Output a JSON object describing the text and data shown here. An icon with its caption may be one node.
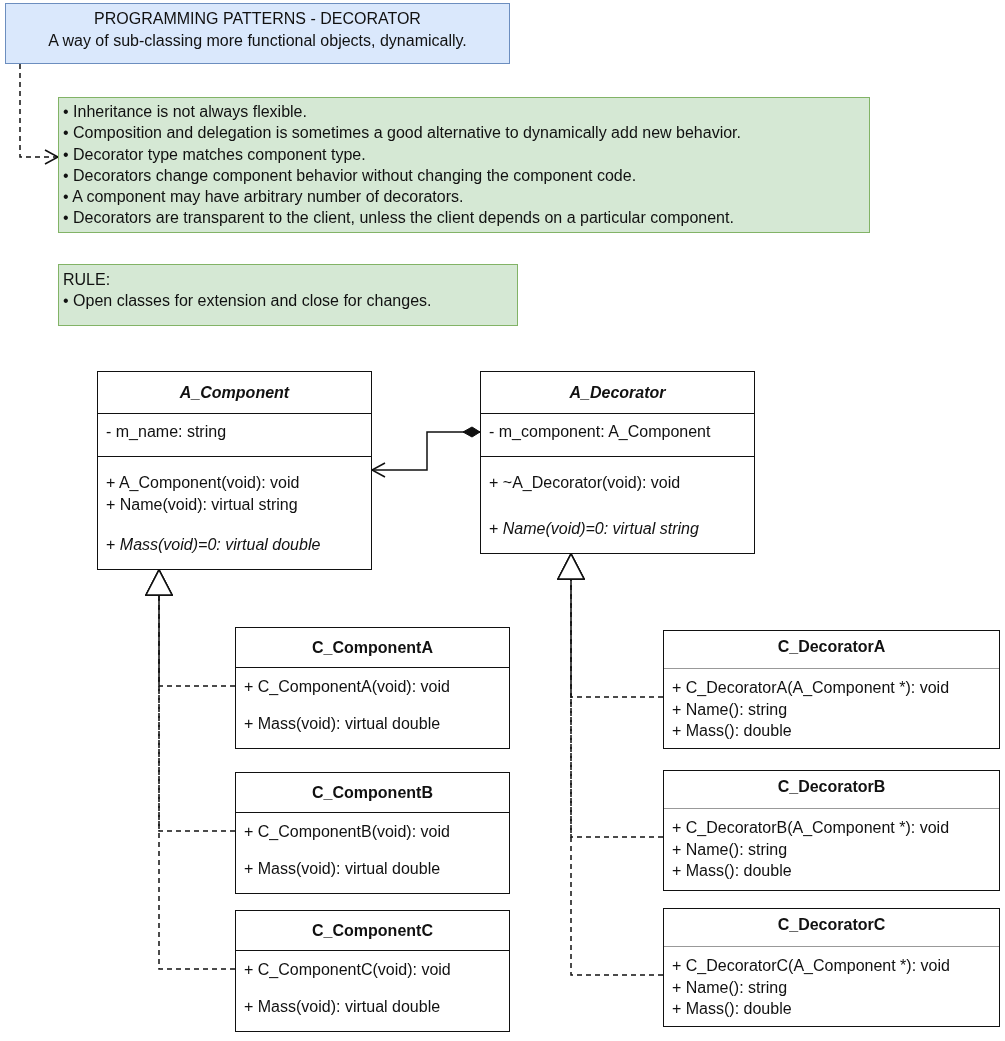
{
  "diagram": {
    "nodes": [
      {
        "text": [
          "PROGRAMMING PATTERNS - DECORATOR",
          "A way of sub-classing more functional objects, dynamically."
        ]
      },
      {
        "text": [
          "• Inheritance is not always flexible.",
          "• Composition and delegation is sometimes a good alternative to dynamically add new behavior.",
          "• Decorator type matches component type.",
          "• Decorators change component behavior without changing the component code.",
          "• A component may have arbitrary number of decorators.",
          "• Decorators are transparent to the client, unless the client depends on a particular component."
        ]
      },
      {
        "text": [
          "RULE:",
          "• Open classes for extension and close for changes."
        ]
      },
      {
        "text": [
          "A_Component",
          "- m_name: string",
          "+ A_Component(void): void",
          "+ Name(void): virtual string",
          "+ *Mass(void)=0: virtual double*"
        ]
      },
      {
        "text": [
          "A_Decorator",
          "- m_component: A_Component",
          "+ ~A_Decorator(void): void",
          "+ *Name(void)=0: virtual string*"
        ]
      },
      {
        "text": [
          "C_ComponentA",
          "+ C_ComponentA(void): void",
          "+ Mass(void): virtual double"
        ]
      },
      {
        "text": [
          "C_ComponentB",
          "+ C_ComponentB(void): void",
          "+ Mass(void): virtual double"
        ]
      },
      {
        "text": [
          "C_ComponentC",
          "+ C_ComponentC(void): void",
          "+ Mass(void): virtual double"
        ]
      },
      {
        "text": [
          "C_DecoratorA",
          "+ C_DecoratorA(A_Component *): void",
          "+ Name(): string",
          "+ Mass(): double"
        ]
      },
      {
        "text": [
          "C_DecoratorB",
          "+ C_DecoratorB(A_Component *): void",
          "+ Name(): string",
          "+ Mass(): double"
        ]
      },
      {
        "text": [
          "C_DecoratorC",
          "+ C_DecoratorC(A_Component *): void",
          "+ Name(): string",
          "+ Mass(): double"
        ]
      }
    ],
    "edges": [
      {
        "from": 0,
        "to": 1,
        "arrow": "to",
        "style": "dashed"
      },
      {
        "from": 4,
        "to": 3,
        "arrow": "to"
      },
      {
        "from": 5,
        "to": 3,
        "arrow": "to",
        "style": "dashed"
      },
      {
        "from": 6,
        "to": 3,
        "arrow": "to",
        "style": "dashed"
      },
      {
        "from": 7,
        "to": 3,
        "arrow": "to",
        "style": "dashed"
      },
      {
        "from": 8,
        "to": 4,
        "arrow": "to",
        "style": "dashed"
      },
      {
        "from": 9,
        "to": 4,
        "arrow": "to",
        "style": "dashed"
      },
      {
        "from": 10,
        "to": 4,
        "arrow": "to",
        "style": "dashed"
      }
    ]
  }
}
